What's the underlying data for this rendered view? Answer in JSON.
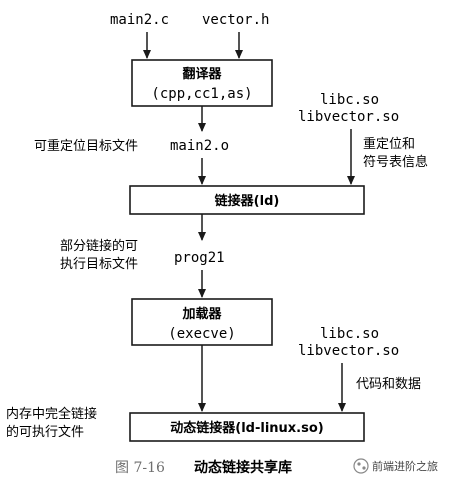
{
  "inputs": {
    "main_c": "main2.c",
    "vector_h": "vector.h"
  },
  "translators": {
    "title": "翻译器",
    "subtitle": "(cpp,cc1,as)"
  },
  "relocatable": {
    "label": "可重定位目标文件",
    "file": "main2.o"
  },
  "shared_libs_top": {
    "line1": "libc.so",
    "line2": "libvector.so",
    "annotation_line1": "重定位和",
    "annotation_line2": "符号表信息"
  },
  "linker": {
    "label": "链接器(ld)"
  },
  "partial": {
    "label_line1": "部分链接的可",
    "label_line2": "执行目标文件",
    "file": "prog21"
  },
  "loader": {
    "title": "加载器",
    "subtitle": "(execve)"
  },
  "shared_libs_bottom": {
    "line1": "libc.so",
    "line2": "libvector.so",
    "annotation": "代码和数据"
  },
  "memory": {
    "label_line1": "内存中完全链接",
    "label_line2": "的可执行文件"
  },
  "dynamic_linker": {
    "label": "动态链接器(ld-linux.so)"
  },
  "caption": {
    "number": "图 7-16",
    "title": "动态链接共享库"
  },
  "watermark": {
    "text": "前端进阶之旅"
  }
}
